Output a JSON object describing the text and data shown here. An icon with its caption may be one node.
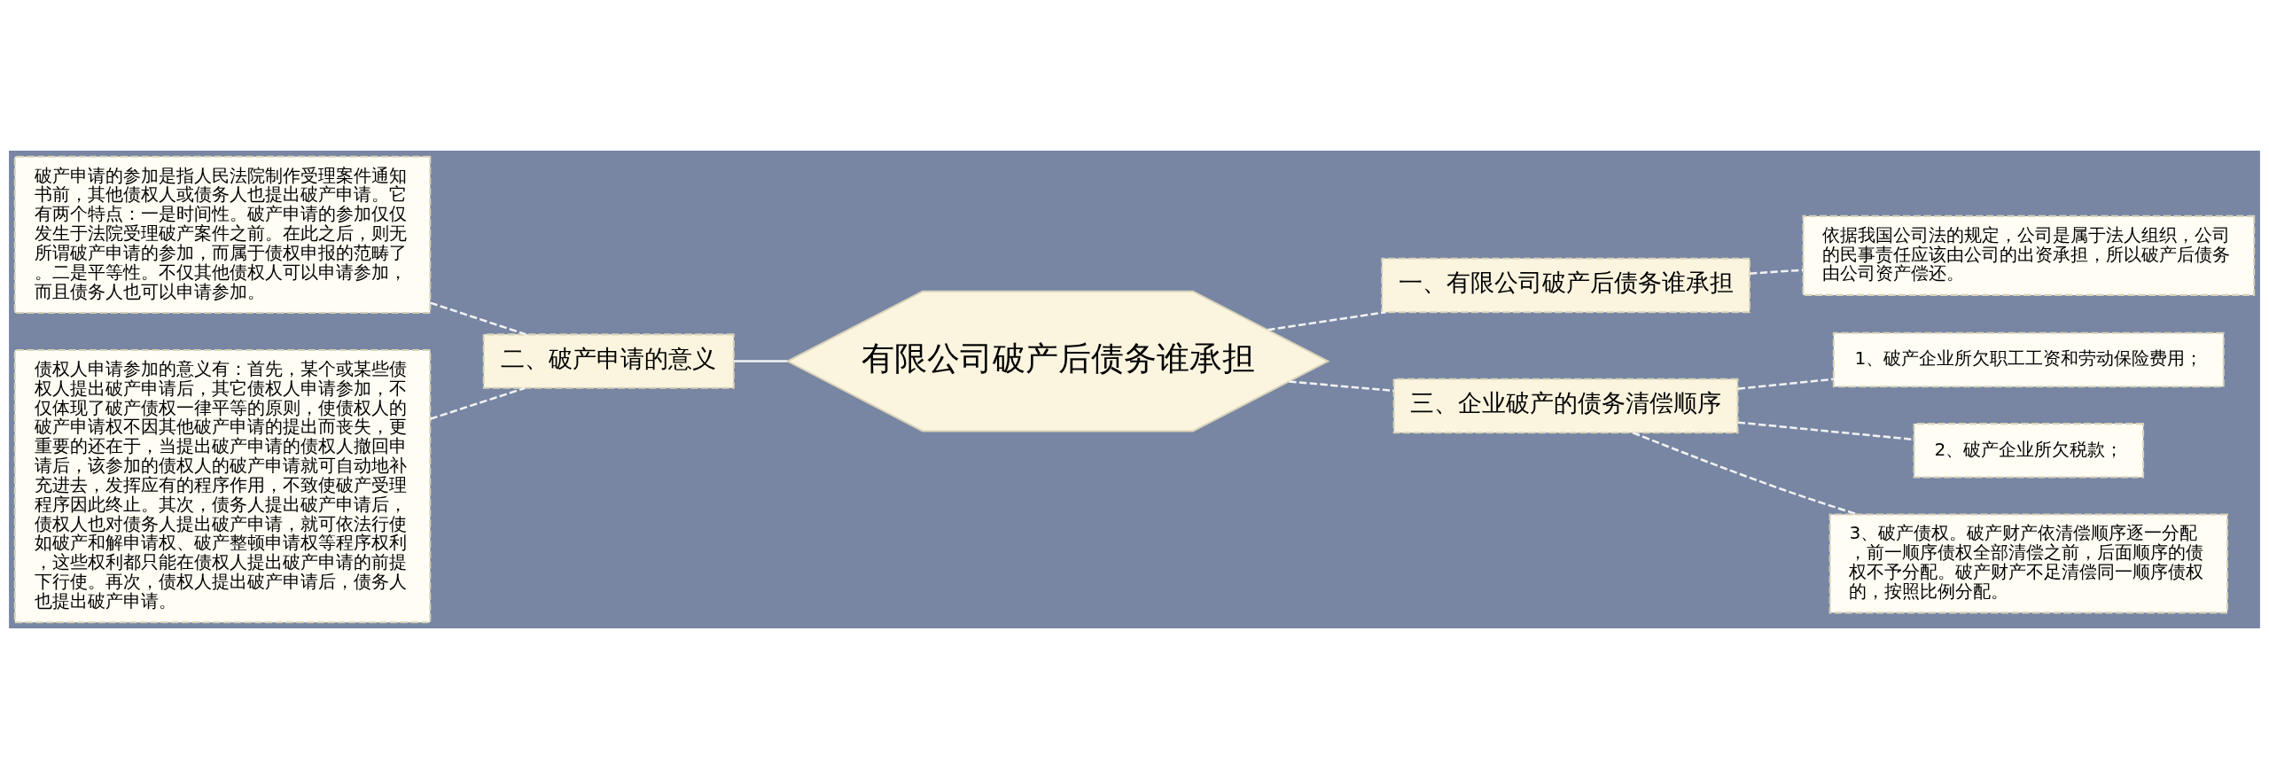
{
  "diagram": {
    "nodes": [
      {
        "text": [
          "有限公司破产后债务谁承担"
        ]
      },
      {
        "text": [
          "一、有限公司破产后债务谁承担"
        ]
      },
      {
        "text": [
          "依据我国公司法的规定，公司是属于法人组织，公司的民事责任应该由公司的出资承担，所以破产后债务由公司资产偿还。"
        ]
      },
      {
        "text": [
          "三、企业破产的债务清偿顺序"
        ]
      },
      {
        "text": [
          "1、破产企业所欠职工工资和劳动保险费用；"
        ]
      },
      {
        "text": [
          "2、破产企业所欠税款；"
        ]
      },
      {
        "text": [
          "3、破产债权。破产财产依清偿顺序逐一分配，前一顺序债权全部清偿之前，后面顺序的债权不予分配。破产财产不足清偿同一顺序债权的，按照比例分配。"
        ]
      },
      {
        "text": [
          "二、破产申请的意义"
        ]
      },
      {
        "text": [
          "破产申请的参加是指人民法院制作受理案件通知书前，其他债权人或债务人也提出破产申请。它有两个特点：一是时间性。破产申请的参加仅仅发生于法院受理破产案件之前。在此之后，则无所谓破产申请的参加，而属于债权申报的范畴了。二是平等性。不仅其他债权人可以申请参加，而且债务人也可以申请参加。"
        ]
      },
      {
        "text": [
          "债权人申请参加的意义有：首先，某个或某些债权人提出破产申请后，其它债权人申请参加，不仅体现了破产债权一律平等的原则，使债权人的破产申请权不因其他破产申请的提出而丧失，更重要的还在于，当提出破产申请的债权人撤回申请后，该参加的债权人的破产申请就可自动地补充进去，发挥应有的程序作用，不致使破产受理程序因此终止。其次，债务人提出破产申请后，债权人也对债务人提出破产申请，就可依法行使如破产和解申请权、破产整顿申请权等程序权利，这些权利都只能在债权人提出破产申请的前提下行使。再次，债权人提出破产申请后，债务人也提出破产申请。"
        ]
      }
    ],
    "edges": [
      {
        "from": 0,
        "to": 1,
        "arrow": "none",
        "style": "dashed"
      },
      {
        "from": 1,
        "to": 2,
        "arrow": "none",
        "style": "dashed"
      },
      {
        "from": 0,
        "to": 3,
        "arrow": "none",
        "style": "dashed"
      },
      {
        "from": 3,
        "to": 4,
        "arrow": "none",
        "style": "dashed"
      },
      {
        "from": 3,
        "to": 5,
        "arrow": "none",
        "style": "dashed"
      },
      {
        "from": 3,
        "to": 6,
        "arrow": "none",
        "style": "dashed"
      },
      {
        "from": 0,
        "to": 7,
        "arrow": "none"
      },
      {
        "from": 7,
        "to": 8,
        "arrow": "none",
        "style": "dashed"
      },
      {
        "from": 7,
        "to": 9,
        "arrow": "none",
        "style": "dashed"
      }
    ]
  }
}
